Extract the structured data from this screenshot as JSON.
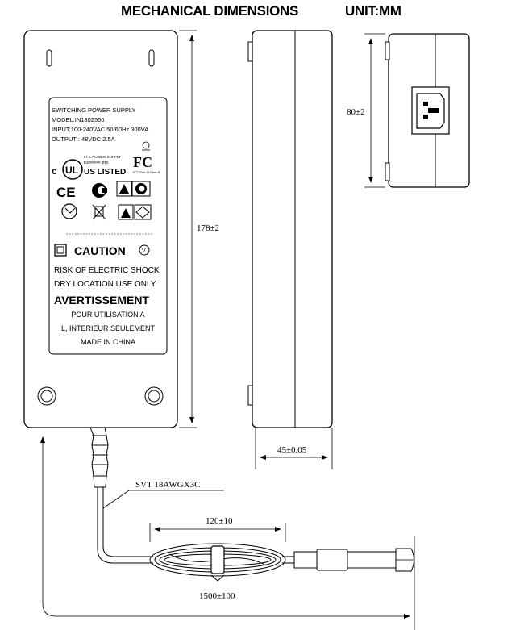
{
  "header": {
    "title": "MECHANICAL DIMENSIONS",
    "unit": "UNIT:MM"
  },
  "dimensions": {
    "length": "178±2",
    "width": "80±2",
    "thickness": "45±0.05",
    "cable_spec": "SVT 18AWGX3C",
    "plug_length": "120±10",
    "cable_length": "1500±100"
  },
  "label": {
    "line1": "SWITCHING POWER SUPPLY",
    "model": "MODEL:IN1802500",
    "input": "INPUT:100-240VAC 50/60Hz 300VA",
    "output": "OUTPUT : 48VDC 2.5A",
    "ul_small": "I.T.E POWER SUPPLY",
    "ul_small2": "E3###### 3RS",
    "ul_listed": "US LISTED",
    "fcc_note": "FCC Part 15 Class B",
    "caution": "CAUTION",
    "risk": "RISK OF ELECTRIC SHOCK",
    "dry": "DRY LOCATION USE ONLY",
    "avert": "AVERTISSEMENT",
    "pour": "POUR UTILISATION A",
    "interieur": "L, INTERIEUR SEULEMENT",
    "made": "MADE IN CHINA"
  },
  "colors": {
    "line": "#000000",
    "fill": "#ffffff"
  }
}
